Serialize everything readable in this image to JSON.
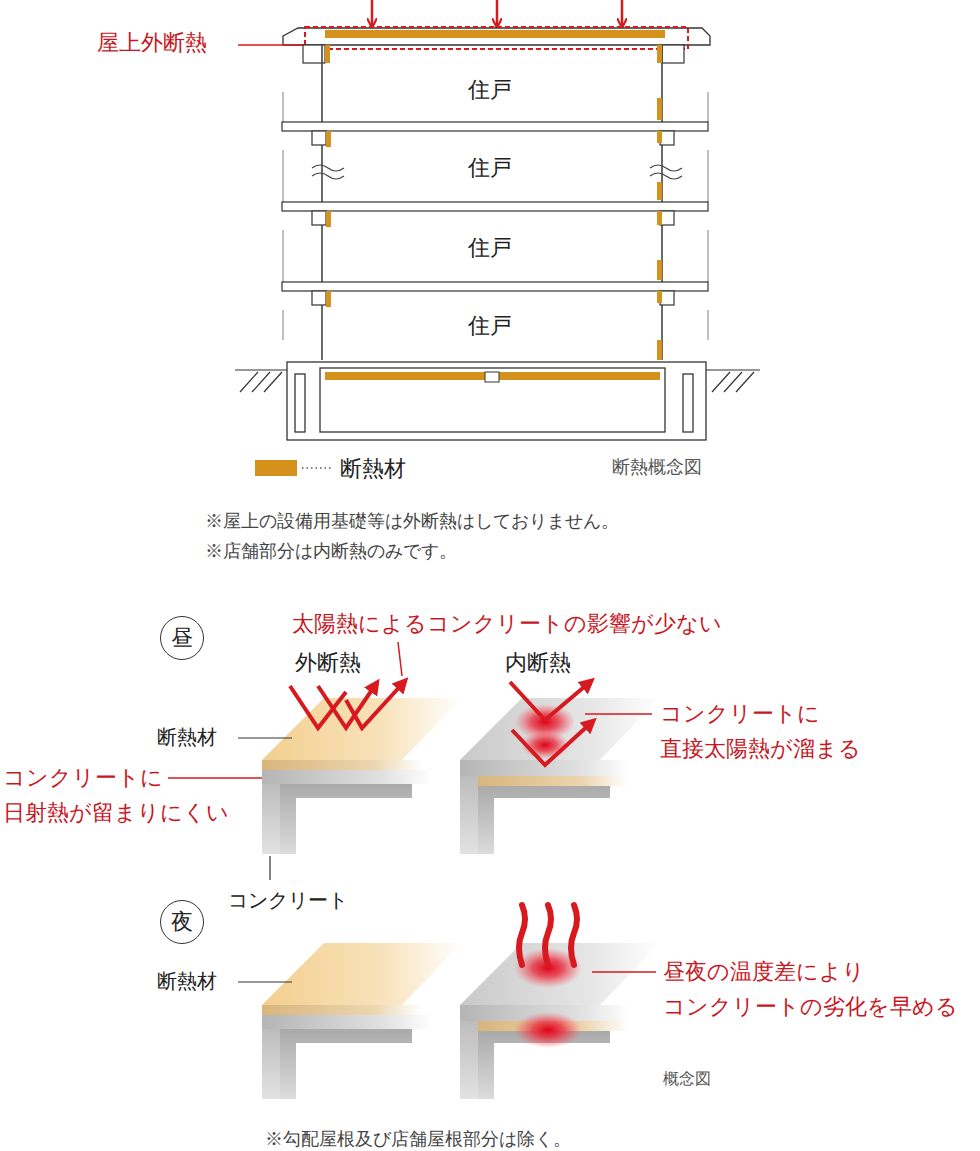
{
  "diagram": {
    "nodes": [
      {
        "text": [
          "住戸"
        ]
      },
      {
        "text": [
          "住戸"
        ]
      },
      {
        "text": [
          "住戸"
        ]
      },
      {
        "text": [
          "住戸"
        ]
      },
      {
        "text": [
          "昼"
        ]
      },
      {
        "text": [
          "夜"
        ]
      }
    ],
    "labels": [
      "屋上外断熱",
      "断熱概念図",
      "※屋上の設備用基礎等は外断熱はしておりません。",
      "※店舗部分は内断熱のみです。",
      "太陽熱によるコンクリートの影響が少ない",
      "外断熱",
      "内断熱",
      "コンクリートに 直接太陽熱が溜まる",
      "断熱材",
      "コンクリートに 日射熱が留まりにくい",
      "コンクリート",
      "断熱材",
      "昼夜の温度差により コンクリートの劣化を早める",
      "概念図",
      "※勾配屋根及び店舗屋根部分は除く。"
    ],
    "legend": [
      {
        "text": "断熱材",
        "color": "#d4921c"
      }
    ]
  }
}
